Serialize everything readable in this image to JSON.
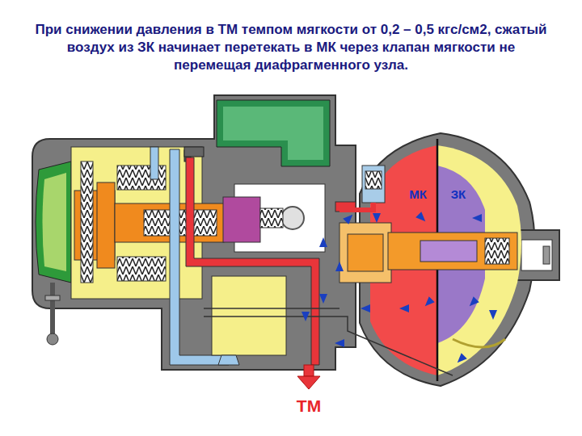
{
  "diagram": {
    "title": "При снижении давления в ТМ темпом мягкости от 0,2 – 0,5 кгс/см2, сжатый воздух из ЗК начинает перетекать в МК через клапан мягкости не перемещая диафрагменного узла.",
    "labels": [
      "МК",
      "ЗК",
      "ТМ"
    ]
  }
}
